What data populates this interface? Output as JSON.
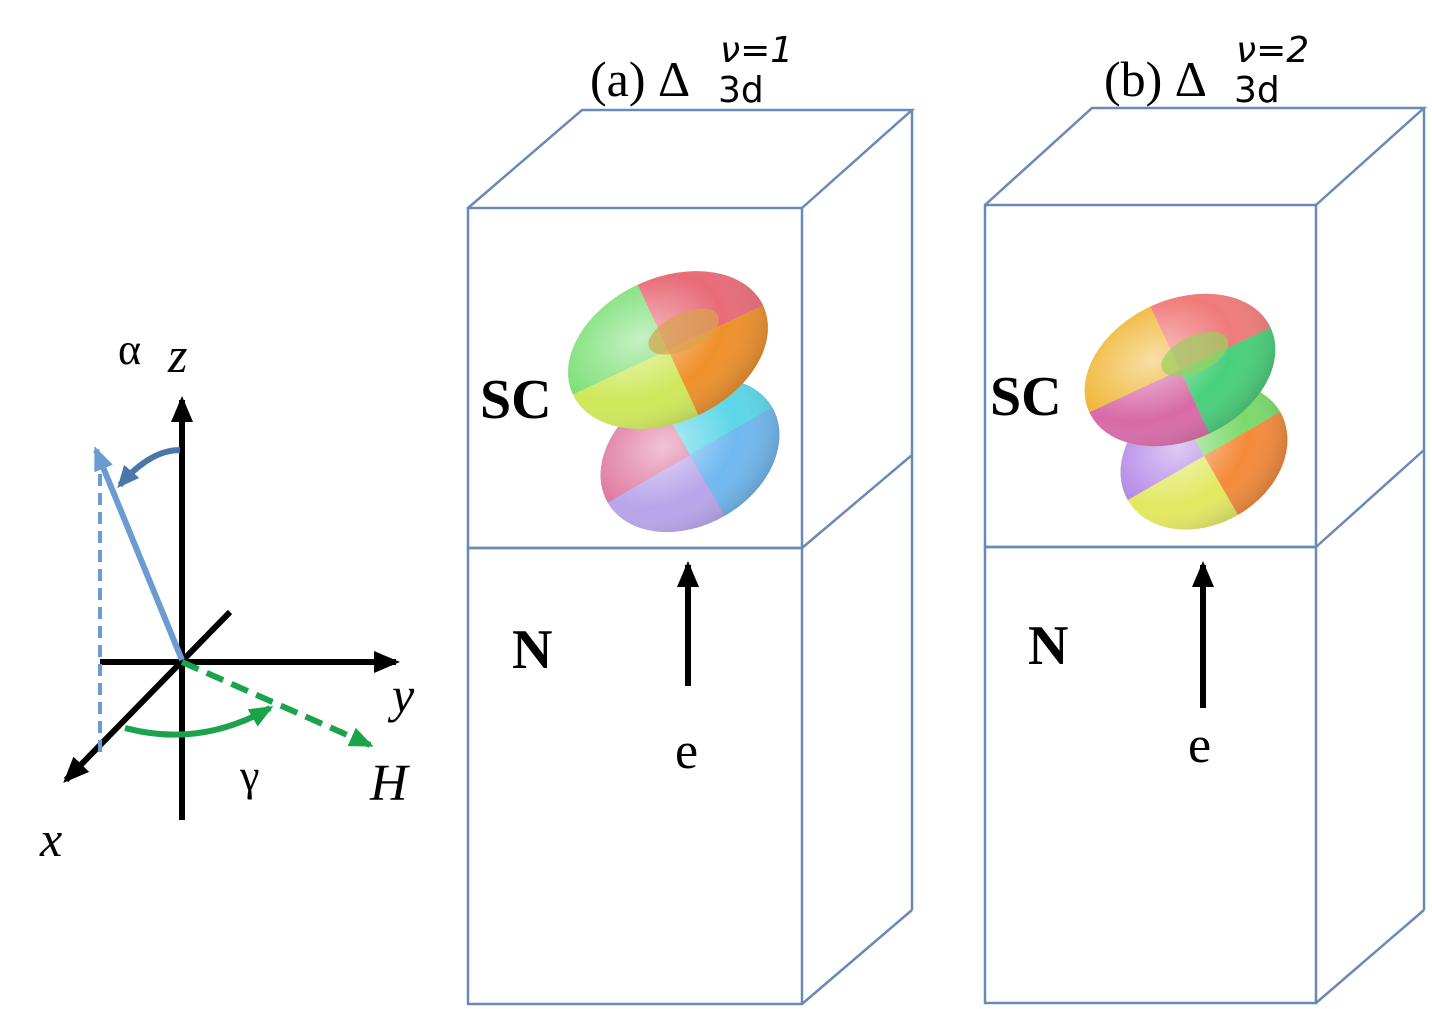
{
  "axes": {
    "z_label": "z",
    "y_label": "y",
    "x_label": "x",
    "h_label": "H",
    "alpha_label": "α",
    "gamma_label": "γ"
  },
  "panels": [
    {
      "title_prefix": "(a) Δ",
      "title_sup": "ν=1",
      "title_sub": "3d",
      "sc_label": "SC",
      "n_label": "N",
      "e_label": "e"
    },
    {
      "title_prefix": "(b) Δ",
      "title_sup": "ν=2",
      "title_sub": "3d",
      "sc_label": "SC",
      "n_label": "N",
      "e_label": "e"
    }
  ],
  "colors": {
    "axis": "#000000",
    "alpha_vector": "#6b9bd1",
    "alpha_arc": "#4a76a8",
    "h_vector": "#1aa34a",
    "box_edge": "#6a8ab5"
  }
}
